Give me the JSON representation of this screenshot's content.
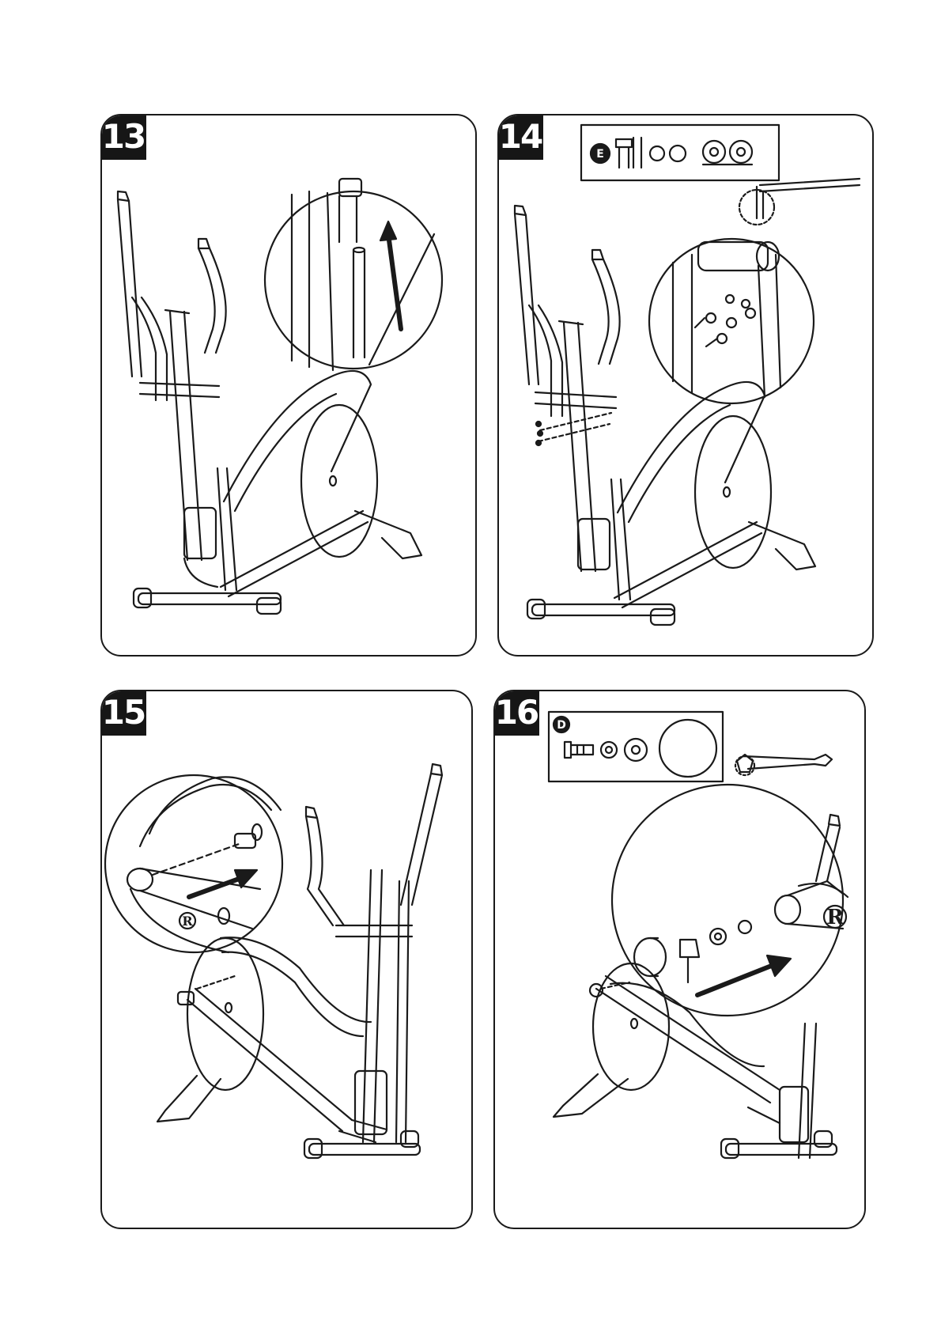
{
  "steps": [
    {
      "number": "13"
    },
    {
      "number": "14",
      "hardware_label": "E"
    },
    {
      "number": "15",
      "mark": "R"
    },
    {
      "number": "16",
      "hardware_label": "D",
      "mark": "R"
    }
  ]
}
